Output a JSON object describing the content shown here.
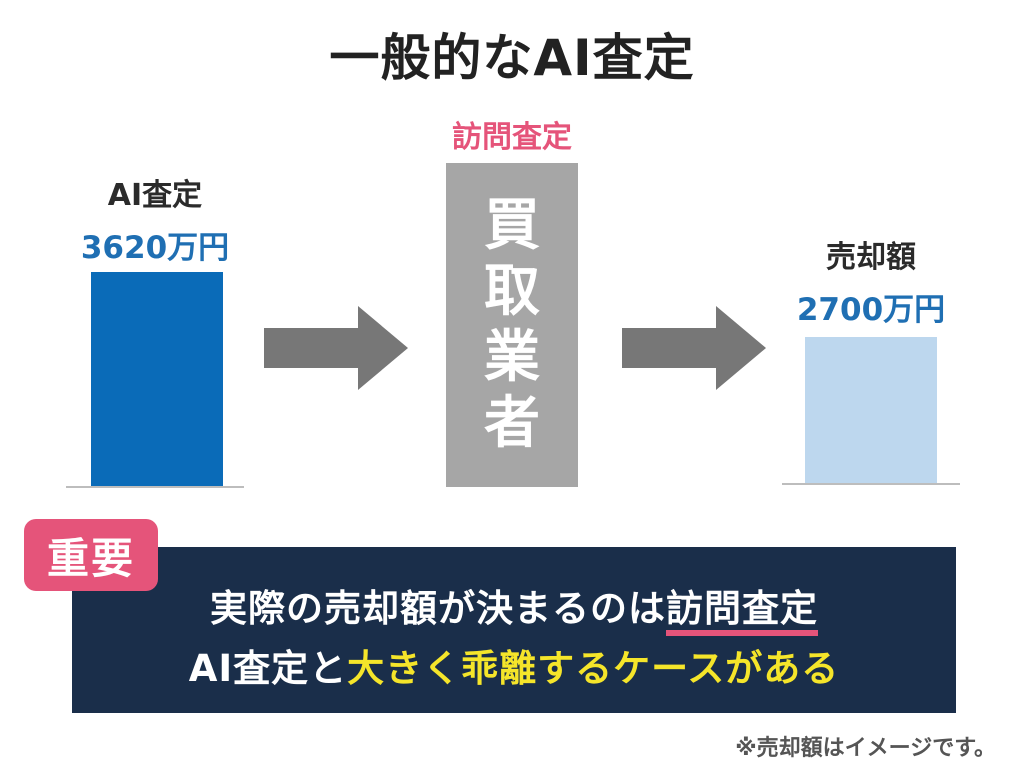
{
  "title": "一般的なAI査定",
  "ai_assessment": {
    "label": "AI査定",
    "value": "3620万円",
    "amount": 3620,
    "color": "#0a6bb8"
  },
  "visit_assessment": {
    "label": "訪問査定",
    "vendor_chars": [
      "買",
      "取",
      "業",
      "者"
    ]
  },
  "sale_price": {
    "label": "売却額",
    "value": "2700万円",
    "amount": 2700,
    "color": "#bdd7ee"
  },
  "note": {
    "badge": "重要",
    "line1_prefix": "実際の売却額が決まるのは",
    "line1_highlight": "訪問査定",
    "line2_prefix": "AI査定と",
    "line2_highlight": "大きく乖離するケースがある"
  },
  "footnote": "※売却額はイメージです。",
  "colors": {
    "accent_pink": "#e5547a",
    "accent_blue": "#1f6fb3",
    "note_bg": "#1a2e4a",
    "highlight_yellow": "#f5e52a",
    "arrow": "#777777",
    "vendor_box": "#a6a6a6"
  },
  "icons": [
    "right-arrow-icon",
    "right-arrow-icon"
  ]
}
